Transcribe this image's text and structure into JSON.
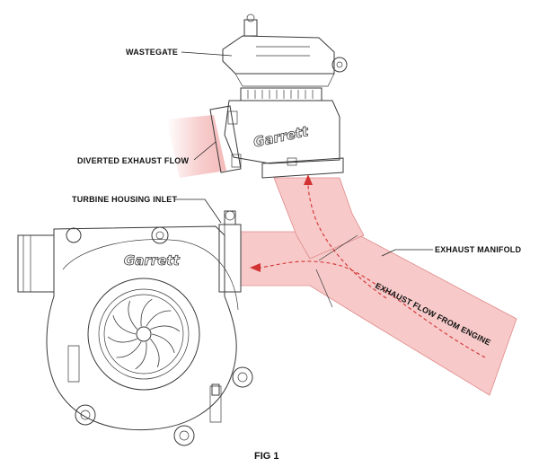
{
  "labels": {
    "wastegate": "WASTEGATE",
    "diverted_exhaust_flow": "DIVERTED EXHAUST FLOW",
    "turbine_housing_inlet": "TURBINE HOUSING INLET",
    "exhaust_manifold": "EXHAUST MANIFOLD",
    "exhaust_flow_from_engine": "EXHAUST FLOW FROM ENGINE",
    "figure_caption": "FIG 1"
  },
  "brand": {
    "logo_text": "Garrett"
  },
  "colors": {
    "pipe_fill": "#f7c9c9",
    "pipe_edge": "#e08a8a",
    "flow_arrow": "#d23232",
    "line_art": "#3a3a3a",
    "label_text": "#111111"
  }
}
